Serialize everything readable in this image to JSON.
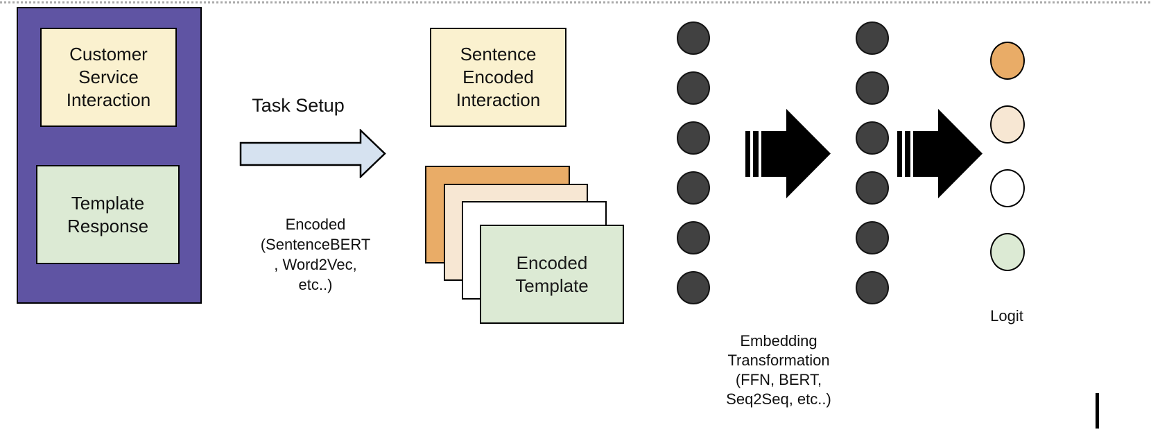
{
  "drawing": {
    "input_group": {
      "interaction_box_label": "Customer Service Interaction",
      "template_box_label": "Template Response"
    },
    "task_setup": {
      "title": "Task Setup",
      "note_lines": [
        "Encoded",
        "(SentenceBERT",
        ", Word2Vec,",
        "etc..)"
      ]
    },
    "encoded_stage": {
      "sentence_box_label": "Sentence Encoded Interaction",
      "template_card_label": "Encoded Template",
      "card_colors": [
        "#E9AC67",
        "#F7E7D3",
        "#FFFFFF",
        "#DCEAD4"
      ]
    },
    "embedding_stage": {
      "encoder_nodes": 6,
      "transformed_nodes": 6,
      "note_lines": [
        "Embedding",
        "Transformation",
        "(FFN, BERT,",
        "Seq2Seq, etc..)"
      ]
    },
    "output_stage": {
      "label": "Logit",
      "logits": [
        {
          "name": "logit-orange",
          "color": "#E9AC67"
        },
        {
          "name": "logit-peach",
          "color": "#F7E7D3"
        },
        {
          "name": "logit-white",
          "color": "#FFFFFF"
        },
        {
          "name": "logit-green",
          "color": "#DCEAD4"
        }
      ]
    },
    "colors": {
      "group_fill": "#5F54A3",
      "cream_fill": "#FAF1CF",
      "green_fill": "#DCEAD4",
      "node_fill": "#414141",
      "setup_arrow_fill": "#D6E2F0",
      "transform_arrow_fill": "#000000",
      "dotted_border": "#A9A9A9"
    }
  }
}
